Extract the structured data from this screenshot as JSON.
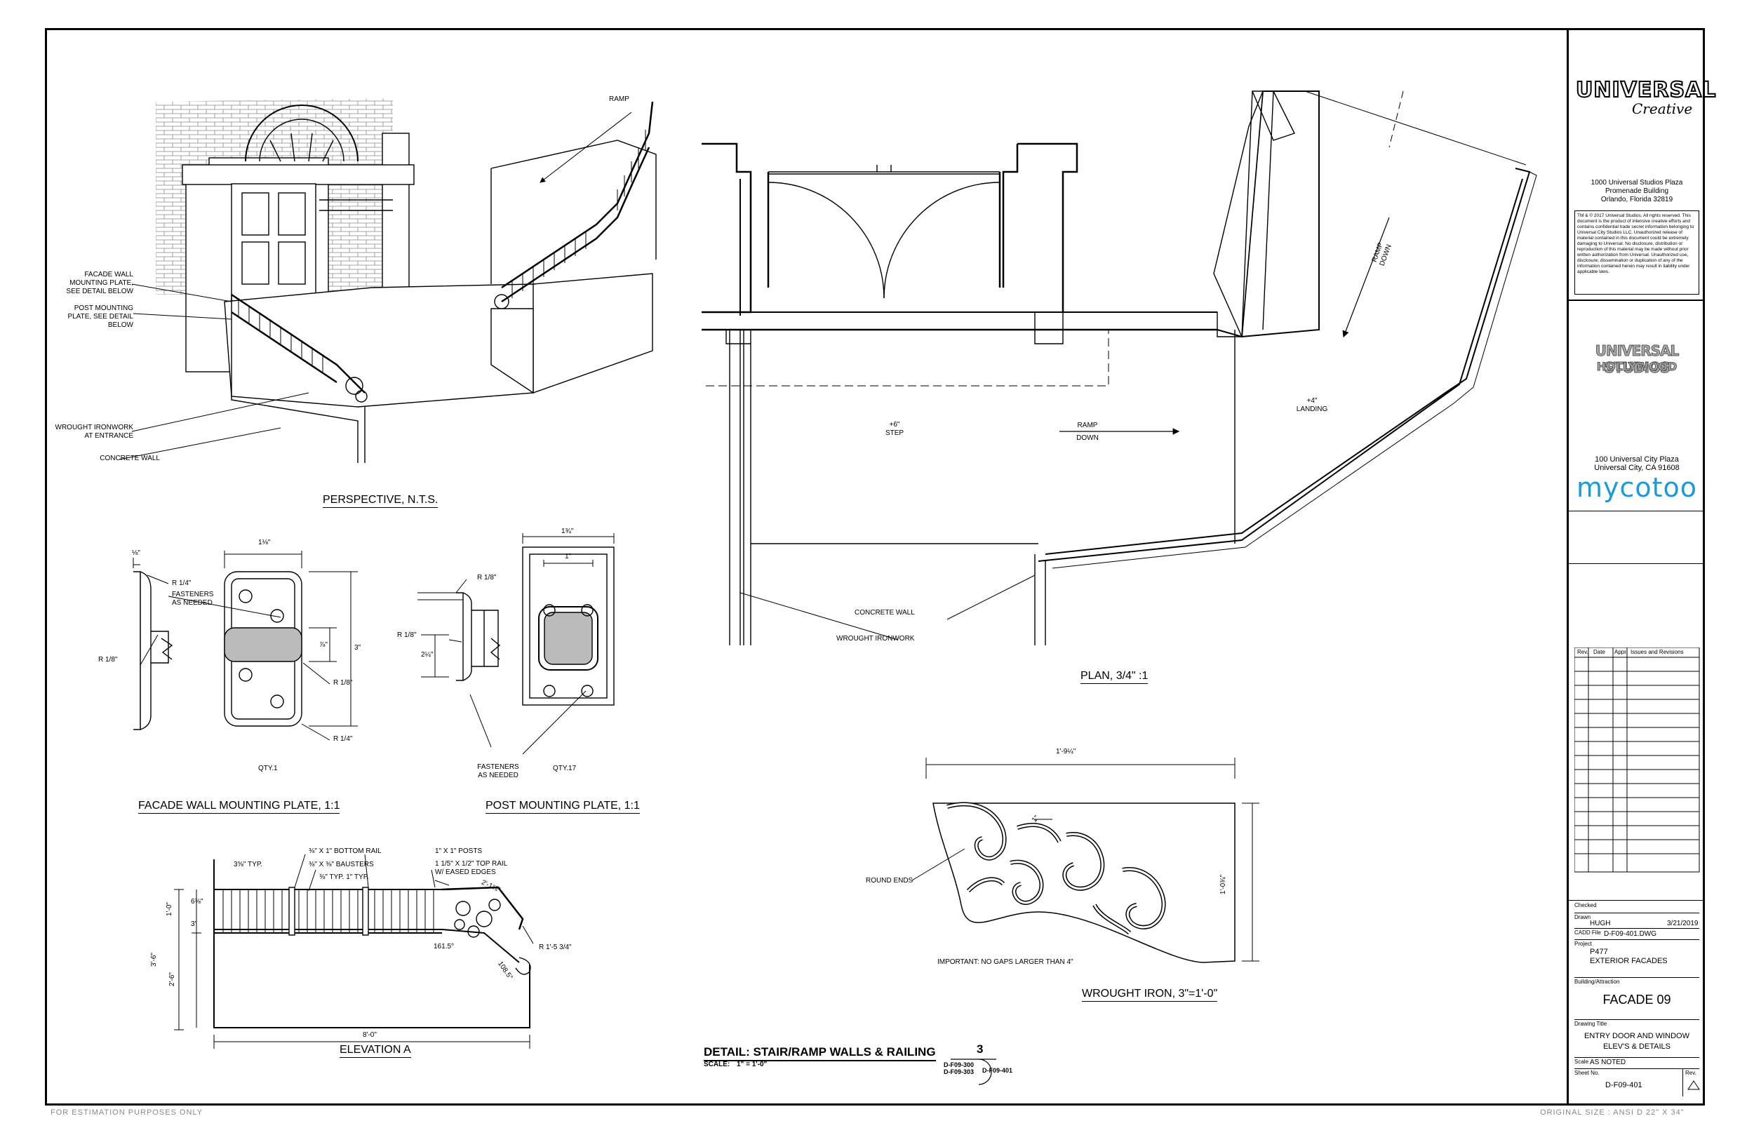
{
  "perspective": {
    "title": "PERSPECTIVE, N.T.S.",
    "callouts": {
      "ramp": "RAMP",
      "facade_plate": "FACADE WALL\nMOUNTING PLATE,\nSEE DETAIL BELOW",
      "post_plate": "POST MOUNTING\nPLATE, SEE DETAIL\nBELOW",
      "ironwork": "WROUGHT IRONWORK\nAT ENTRANCE",
      "concrete": "CONCRETE WALL"
    }
  },
  "plan": {
    "title": "PLAN, 3/4\" :1",
    "labels": {
      "step": "+6\"\nSTEP",
      "ramp_down_mid": "RAMP\nDOWN",
      "landing": "+4\"\nLANDING",
      "ramp_down_diag": "RAMP\nDOWN",
      "concrete": "CONCRETE WALL",
      "ironwork": "WROUGHT IRONWORK"
    }
  },
  "facade_plate": {
    "title": "FACADE WALL MOUNTING PLATE, 1:1",
    "labels": {
      "r14_top": "R 1/4\"",
      "fasteners": "FASTENERS\nAS NEEDED",
      "r18_left": "R 1/8\"",
      "r18_right": "R 1/8\"",
      "r14_bottom": "R 1/4\"",
      "qty": "QTY.1",
      "dim_top": "1⅛\"",
      "dim_side": "3\"",
      "dim_mid": "⅞\"",
      "dim_small": "⅛\""
    }
  },
  "post_plate": {
    "title": "POST MOUNTING PLATE, 1:1",
    "labels": {
      "r18_top": "R 1/8\"",
      "r18_left": "R 1/8\"",
      "fasteners": "FASTENERS\nAS NEEDED",
      "qty": "QTY.17",
      "dim_top": "1¾\"",
      "dim_inner": "1\"",
      "dim_side": "2¼\""
    }
  },
  "elevation": {
    "title": "ELEVATION A",
    "labels": {
      "bottom_rail": "⅜\" X 1\" BOTTOM RAIL",
      "balusters": "⅜\" X ⅜\" BAUSTERS",
      "typ1": "3⅝\" TYP.",
      "typ2": "⅜\" TYP. 1\" TYP.",
      "posts": "1\" X 1\" POSTS",
      "top_rail": "1 1/5\" X 1/2\" TOP RAIL\nW/ EASED EDGES",
      "r_scroll": "R 1'-5 3/4\"",
      "angle1": "161.5°",
      "angle2": "108.5°",
      "dim_2_1": "2'-1⅝\"",
      "dim_1_0": "1'-0\"",
      "dim_3_6": "3'-6\"",
      "dim_2_6": "2'-6\"",
      "dim_8_0": "8'-0\"",
      "dim_3": "3\"",
      "dim_6": "6⅜\""
    }
  },
  "wrought_iron": {
    "title": "WROUGHT IRON, 3\"=1'-0\"",
    "labels": {
      "round_ends": "ROUND ENDS",
      "important": "IMPORTANT: NO GAPS LARGER THAN 4\"",
      "dim_width": "1'-9¼\"",
      "dim_height": "1'-0¾\"",
      "dim_small": "1\""
    }
  },
  "detail": {
    "title": "DETAIL: STAIR/RAMP WALLS & RAILING",
    "number": "3",
    "scale_label": "SCALE:",
    "scale_value": "1\" = 1'-0\"",
    "ref1": "D-F09-300",
    "ref2": "D-F09-303",
    "ref3": "D-F09-401"
  },
  "title_block": {
    "logo1_main": "UNIVERSAL",
    "logo1_script": "Creative",
    "address1": "1000 Universal Studios Plaza\nPromenade Building\nOrlando, Florida 32819",
    "copyright": "TM & © 2017 Universal Studios. All rights reserved. This document is the product of intensive creative efforts and contains confidential trade secret information belonging to Universal City Studios LLC. Unauthorized release of material contained in this document could be extremely damaging to Universal. No disclosure, distribution or reproduction of this material may be made without prior written authorization from Universal. Unauthorized use, disclosure, dissemination or duplication of any of the information contained herein may result in liability under applicable laws.",
    "logo2_line1": "UNIVERSAL STUDIOS",
    "logo2_line2": "HOLLYWOOD",
    "address2": "100 Universal City Plaza\nUniversal City, CA 91608",
    "mycotoo": "mycotoo",
    "rev_headers": [
      "Rev.",
      "Date",
      "Appr.",
      "Issues and Revisions"
    ],
    "checked_label": "Checked",
    "drawn_label": "Drawn",
    "drawn_value": "HUGH",
    "drawn_date": "3/21/2019",
    "cadd_label": "CADD File",
    "cadd_value": "D-F09-401.DWG",
    "project_label": "Project",
    "project_value": "P477\nEXTERIOR FACADES",
    "building_label": "Building/Attraction",
    "building_value": "FACADE 09",
    "drawing_title_label": "Drawing Title",
    "drawing_title_value": "ENTRY DOOR AND WINDOW\nELEV'S & DETAILS",
    "scale_label": "Scale",
    "scale_value": "AS NOTED",
    "sheet_label": "Sheet No.",
    "sheet_value": "D-F09-401",
    "rev_label": "Rev."
  },
  "footer": {
    "left": "FOR ESTIMATION PURPOSES ONLY",
    "right": "ORIGINAL SIZE : ANSI D 22\" X 34\""
  }
}
